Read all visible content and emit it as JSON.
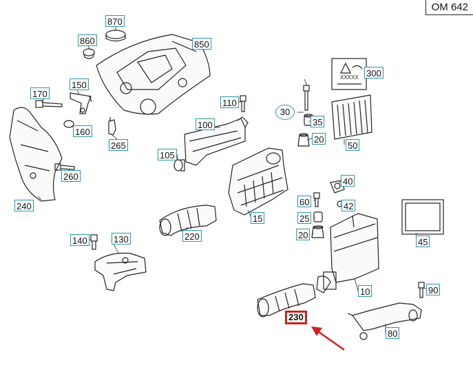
{
  "title": "OM 642",
  "callouts": [
    {
      "id": "870",
      "label": "870"
    },
    {
      "id": "860",
      "label": "860"
    },
    {
      "id": "850",
      "label": "850"
    },
    {
      "id": "170",
      "label": "170"
    },
    {
      "id": "150",
      "label": "150"
    },
    {
      "id": "110",
      "label": "110"
    },
    {
      "id": "300",
      "label": "300"
    },
    {
      "id": "30",
      "label": "30"
    },
    {
      "id": "35",
      "label": "35"
    },
    {
      "id": "160",
      "label": "160"
    },
    {
      "id": "265",
      "label": "265"
    },
    {
      "id": "100",
      "label": "100"
    },
    {
      "id": "20a",
      "label": "20"
    },
    {
      "id": "50",
      "label": "50"
    },
    {
      "id": "105",
      "label": "105"
    },
    {
      "id": "260",
      "label": "260"
    },
    {
      "id": "40",
      "label": "40"
    },
    {
      "id": "60",
      "label": "60"
    },
    {
      "id": "42",
      "label": "42"
    },
    {
      "id": "240",
      "label": "240"
    },
    {
      "id": "15",
      "label": "15"
    },
    {
      "id": "25",
      "label": "25"
    },
    {
      "id": "220",
      "label": "220"
    },
    {
      "id": "20b",
      "label": "20"
    },
    {
      "id": "45",
      "label": "45"
    },
    {
      "id": "140",
      "label": "140"
    },
    {
      "id": "130",
      "label": "130"
    },
    {
      "id": "10",
      "label": "10"
    },
    {
      "id": "90",
      "label": "90"
    },
    {
      "id": "230",
      "label": "230"
    },
    {
      "id": "80",
      "label": "80"
    }
  ],
  "warning_label_text": "XXXXX",
  "accent_color": "#2b95a8",
  "highlight_color": "#d11f1f"
}
